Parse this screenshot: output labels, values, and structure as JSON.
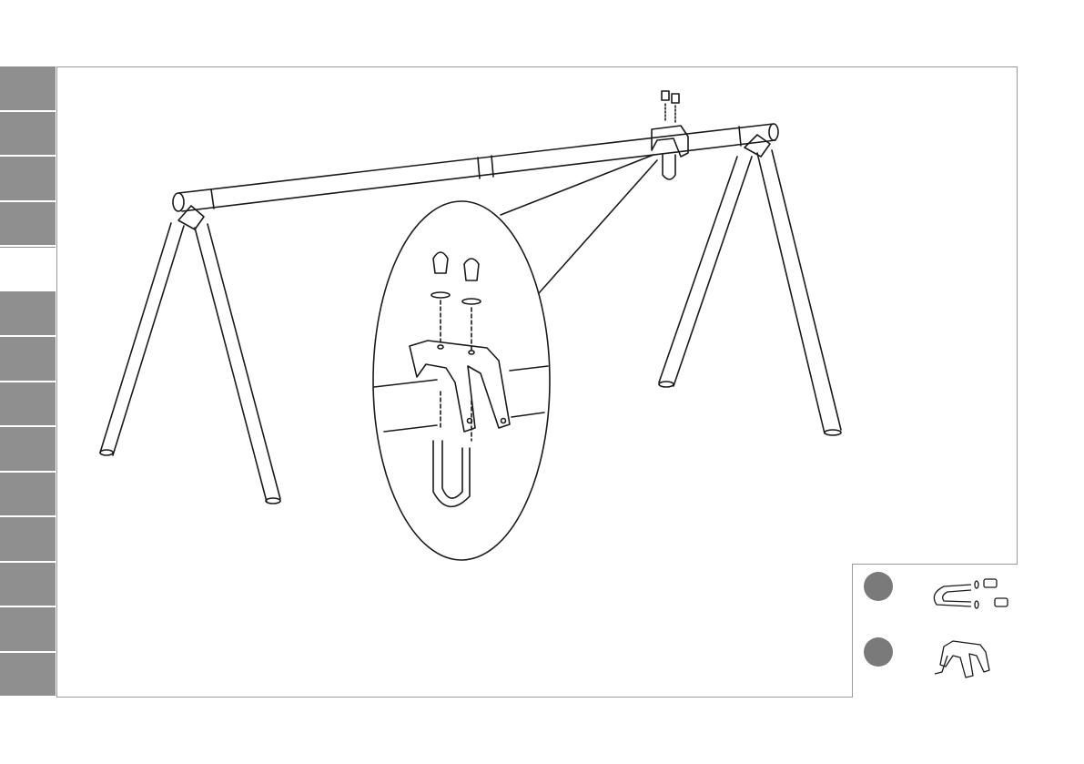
{
  "document": {
    "kind": "assembly-instruction-page",
    "tabs": [
      {
        "state": "filled"
      },
      {
        "state": "filled"
      },
      {
        "state": "filled"
      },
      {
        "state": "filled"
      },
      {
        "state": "active"
      },
      {
        "state": "filled"
      },
      {
        "state": "filled"
      },
      {
        "state": "filled"
      },
      {
        "state": "filled"
      },
      {
        "state": "filled"
      },
      {
        "state": "filled"
      },
      {
        "state": "filled"
      },
      {
        "state": "filled"
      },
      {
        "state": "filled"
      }
    ],
    "parts": [
      {
        "icon": "u-bolt-with-nuts-icon"
      },
      {
        "icon": "swing-hanger-bracket-icon"
      }
    ],
    "colors": {
      "tab": "#8f8f8f",
      "line": "#1a1a1a",
      "frame": "#9a9a9a",
      "badge": "#7a7a7a"
    }
  }
}
